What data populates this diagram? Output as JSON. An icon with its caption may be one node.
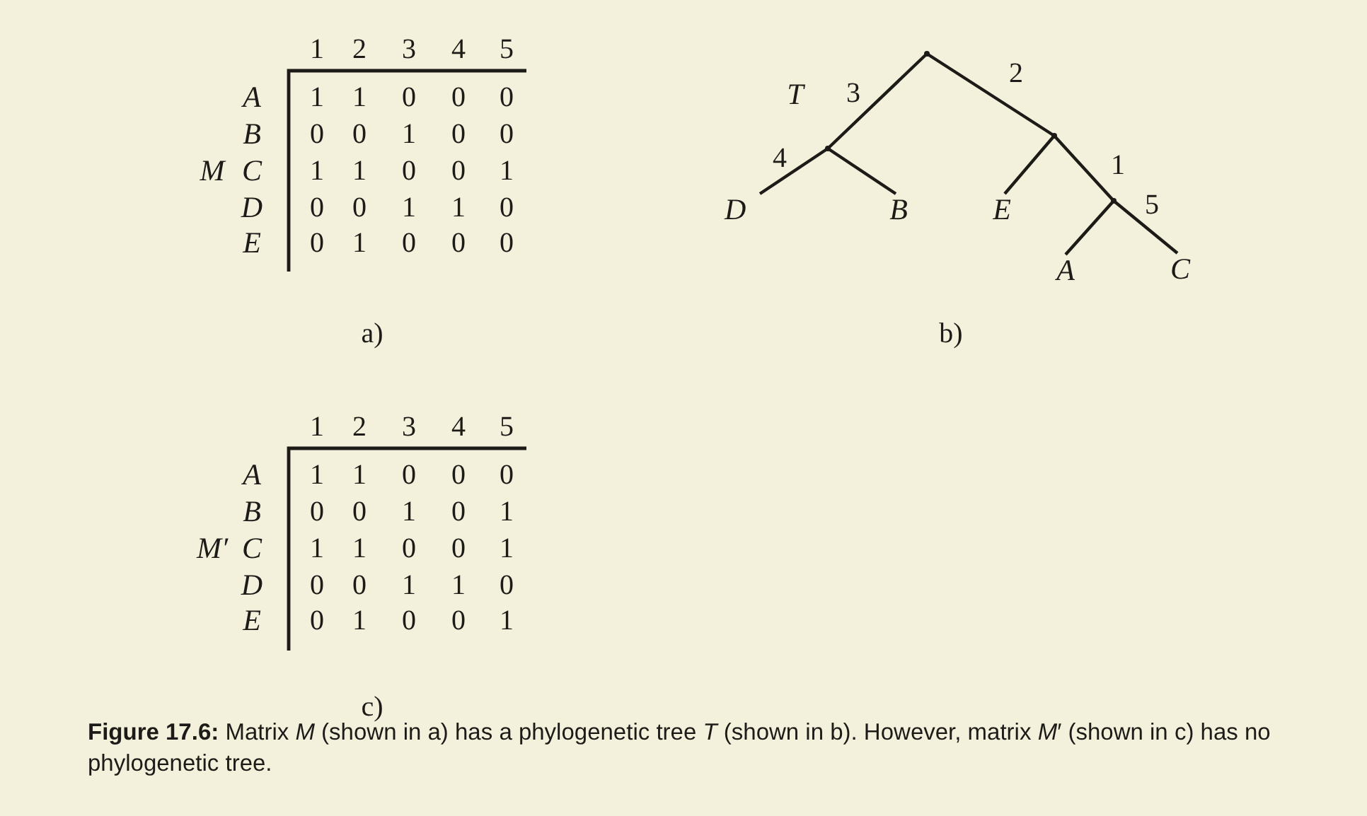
{
  "diagram": {
    "caption": "**Figure 17.6:** Matrix *M* (shown in a) has a phylogenetic tree *T* (shown in b). However, matrix *M*′ (shown in c) has no phylogenetic tree.",
    "nodes": [
      {
        "text": [],
        "shape": "point"
      },
      {
        "text": [],
        "shape": "point"
      },
      {
        "text": [
          "D"
        ]
      },
      {
        "text": [
          "B"
        ]
      },
      {
        "text": [],
        "shape": "point"
      },
      {
        "text": [
          "E"
        ]
      },
      {
        "text": [],
        "shape": "point"
      },
      {
        "text": [
          "A"
        ]
      },
      {
        "text": [
          "C"
        ]
      }
    ],
    "edges": [
      {
        "from": 0,
        "to": 1,
        "arrow": "none",
        "label": "3"
      },
      {
        "from": 0,
        "to": 4,
        "arrow": "none",
        "label": "2"
      },
      {
        "from": 1,
        "to": 2,
        "arrow": "none",
        "label": "4"
      },
      {
        "from": 1,
        "to": 3,
        "arrow": "none"
      },
      {
        "from": 4,
        "to": 5,
        "arrow": "none"
      },
      {
        "from": 4,
        "to": 6,
        "arrow": "none",
        "label": "1"
      },
      {
        "from": 6,
        "to": 7,
        "arrow": "none"
      },
      {
        "from": 6,
        "to": 8,
        "arrow": "none",
        "label": "5"
      }
    ],
    "labels": [
      "1",
      "2",
      "3",
      "4",
      "5",
      "A",
      "1",
      "1",
      "0",
      "0",
      "0",
      "B",
      "0",
      "0",
      "1",
      "0",
      "0",
      "M",
      "C",
      "1",
      "1",
      "0",
      "0",
      "1",
      "D",
      "0",
      "0",
      "1",
      "1",
      "0",
      "E",
      "0",
      "1",
      "0",
      "0",
      "0",
      "a)",
      "T",
      "b)",
      "1",
      "2",
      "3",
      "4",
      "5",
      "A",
      "1",
      "1",
      "0",
      "0",
      "0",
      "B",
      "0",
      "0",
      "1",
      "0",
      "1",
      "M′",
      "C",
      "1",
      "1",
      "0",
      "0",
      "1",
      "D",
      "0",
      "0",
      "1",
      "1",
      "0",
      "E",
      "0",
      "1",
      "0",
      "0",
      "1",
      "c)"
    ]
  }
}
